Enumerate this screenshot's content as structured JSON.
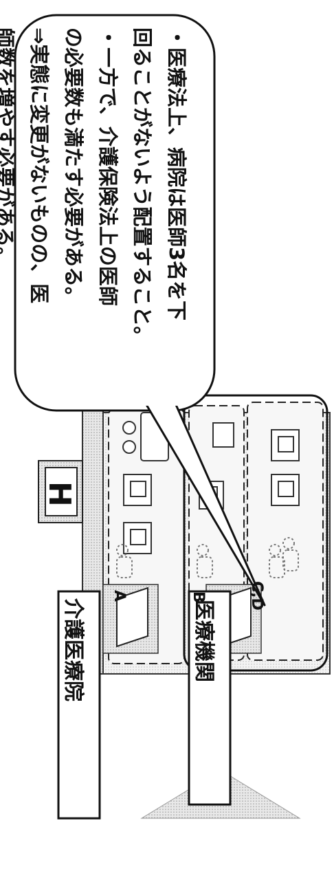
{
  "bubble": {
    "lines": [
      "・医療法上、病院は医師3名を下",
      "回ることがないよう配置すること。",
      "・一方で、介護保険法上の医師",
      "の必要数も満たす必要がある。",
      "⇒実態に変更がないものの、医",
      "師数を増やす必要がある。"
    ]
  },
  "labels": {
    "kaigo_iryoin": "介護医療院",
    "iryo_kikan": "医療機関"
  },
  "building": {
    "sign": "H",
    "room_a": "A",
    "room_b": "B",
    "room_cd": "C,D"
  }
}
